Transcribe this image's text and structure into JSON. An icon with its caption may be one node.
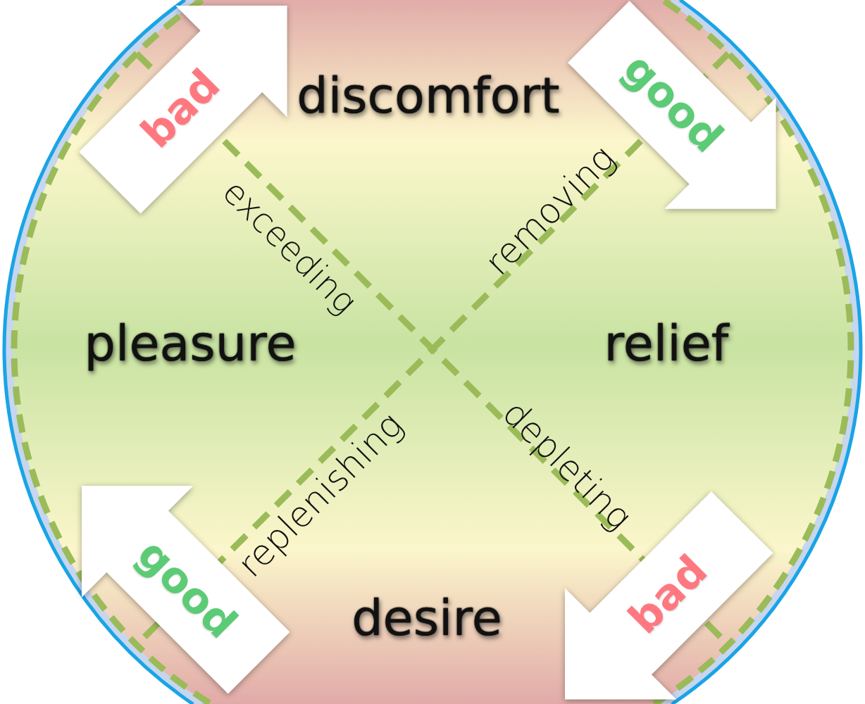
{
  "diagram": {
    "nodes": [
      {
        "text": [
          "bad"
        ]
      },
      {
        "text": [
          "good"
        ]
      },
      {
        "text": [
          "good"
        ]
      },
      {
        "text": [
          "bad"
        ]
      }
    ],
    "labels": [
      "discomfort",
      "exceeding",
      "removing",
      "pleasure",
      "relief",
      "replenishing",
      "depleting",
      "desire"
    ]
  }
}
